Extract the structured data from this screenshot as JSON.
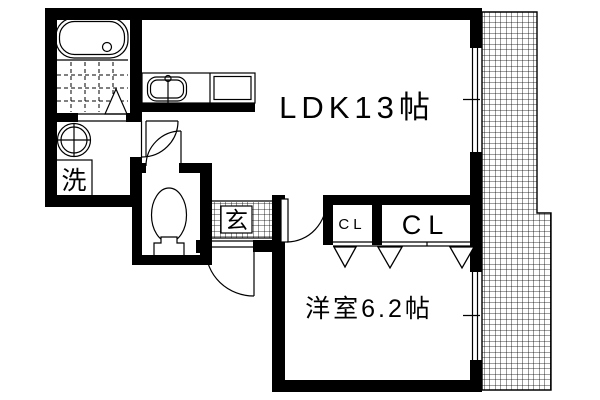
{
  "floor_plan": {
    "background_color": "#ffffff",
    "wall_color": "#000000",
    "line_color": "#000000",
    "labels": {
      "ldk": "LDK13帖",
      "western_room": "洋室6.2帖",
      "entrance": "玄",
      "closet_small": "CL",
      "closet_large": "CL",
      "laundry": "洗"
    },
    "fixtures": [
      "bathtub-icon",
      "bathroom-tile-floor",
      "bathroom-door-triangle",
      "kitchen-counter",
      "kitchen-sink-icon",
      "washbasin-icon",
      "washing-machine-space",
      "toilet-icon",
      "entrance-door-arc",
      "western-room-door-arc",
      "washroom-door-arc",
      "toilet-door-arc",
      "closet-fold-marks",
      "balcony-grid",
      "sliding-window",
      "sliding-window"
    ]
  }
}
